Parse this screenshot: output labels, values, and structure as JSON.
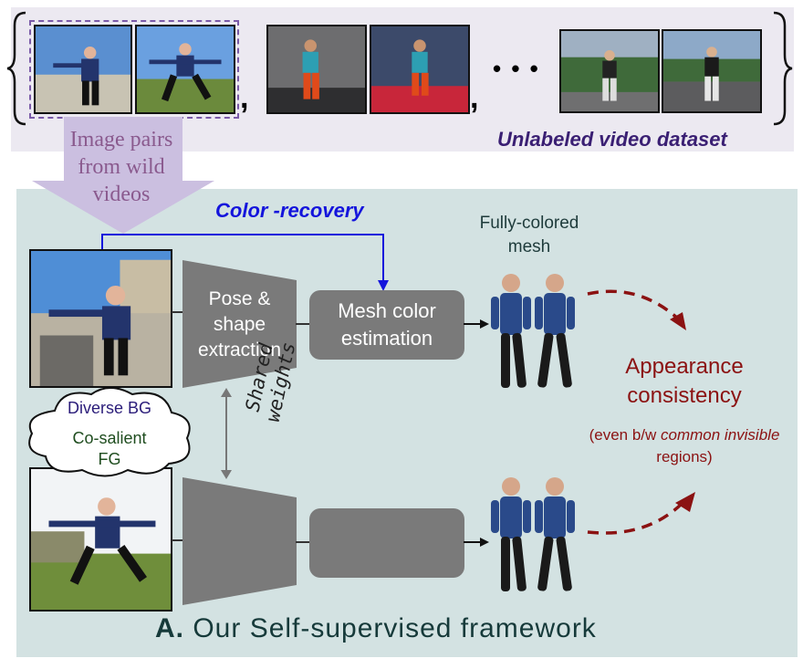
{
  "dataset": {
    "pair_label": "Image pairs from wild videos",
    "separator": ",",
    "ellipsis": "• • •",
    "caption": "Unlabeled video dataset"
  },
  "flow": {
    "color_recovery": "Color -recovery",
    "pose_extraction": "Pose & shape extraction",
    "mesh_color": "Mesh color estimation",
    "mesh_label": "Fully-colored mesh",
    "shared_weights": "Shared weights"
  },
  "cloud": {
    "line1": "Diverse BG",
    "line2": "Co-salient",
    "line3": "FG"
  },
  "appearance": {
    "title": "Appearance consistency",
    "note_prefix": "(even b/w ",
    "note_emph": "common invisible",
    "note_suffix": " regions)"
  },
  "footer": {
    "letter": "A.",
    "text": "Our Self-supervised framework"
  },
  "colors": {
    "top_band": "#ece9f1",
    "panel": "#d3e2e2",
    "box": "#7a7a7a",
    "accent_red": "#8b1212",
    "accent_blue": "#1414dc",
    "violet": "#8a5a8e"
  }
}
